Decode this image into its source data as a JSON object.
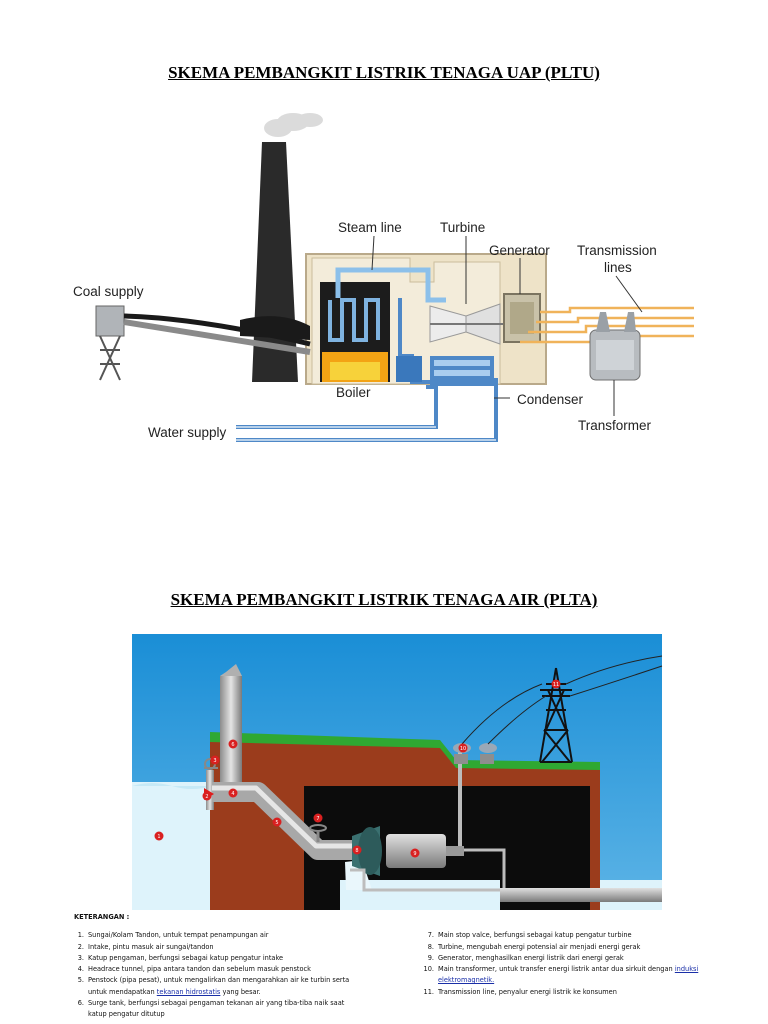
{
  "titles": {
    "pltu": "SKEMA PEMBANGKIT LISTRIK TENAGA UAP (PLTU)",
    "plta": "SKEMA PEMBANGKIT LISTRIK TENAGA AIR (PLTA)"
  },
  "pltu_labels": {
    "steam_line": "Steam line",
    "turbine": "Turbine",
    "generator": "Generator",
    "transmission_lines_1": "Transmission",
    "transmission_lines_2": "lines",
    "coal_supply": "Coal supply",
    "boiler": "Boiler",
    "condenser": "Condenser",
    "transformer": "Transformer",
    "water_supply": "Water supply"
  },
  "plta_markers": [
    "1",
    "2",
    "3",
    "4",
    "5",
    "6",
    "7",
    "8",
    "9",
    "10",
    "11"
  ],
  "keterangan": {
    "heading": "KETERANGAN :",
    "left": [
      {
        "n": "1.",
        "text": "Sungai/Kolam Tandon, untuk tempat penampungan air"
      },
      {
        "n": "2.",
        "text": "Intake, pintu masuk air sungai/tandon"
      },
      {
        "n": "3.",
        "text": "Katup pengaman, berfungsi sebagai katup pengatur intake"
      },
      {
        "n": "4.",
        "text": "Headrace tunnel, pipa antara tandon dan sebelum masuk penstock"
      },
      {
        "n": "5.",
        "text": "Penstock (pipa pesat), untuk mengalirkan dan mengarahkan air ke turbin serta"
      },
      {
        "n": "",
        "text": "untuk mendapatkan",
        "link": "tekanan hidrostatis",
        "after": " yang besar."
      },
      {
        "n": "6.",
        "text": "Surge tank, berfungsi sebagai pengaman tekanan air yang tiba-tiba naik saat"
      },
      {
        "n": "",
        "text": "katup pengatur ditutup"
      }
    ],
    "right": [
      {
        "n": "7.",
        "text": "Main stop valce, berfungsi sebagai katup pengatur turbine"
      },
      {
        "n": "8.",
        "text": "Turbine, mengubah energi potensial air menjadi energi gerak"
      },
      {
        "n": "9.",
        "text": "Generator, menghasilkan energi listrik dari energi gerak"
      },
      {
        "n": "10.",
        "text": "Main transformer, untuk transfer energi listrik antar dua sirkuit dengan",
        "link": "induksi"
      },
      {
        "n": "",
        "text": "",
        "link": "elektromagnetik."
      },
      {
        "n": "11.",
        "text": "Transmission line, penyalur energi listrik ke konsumen"
      }
    ]
  }
}
